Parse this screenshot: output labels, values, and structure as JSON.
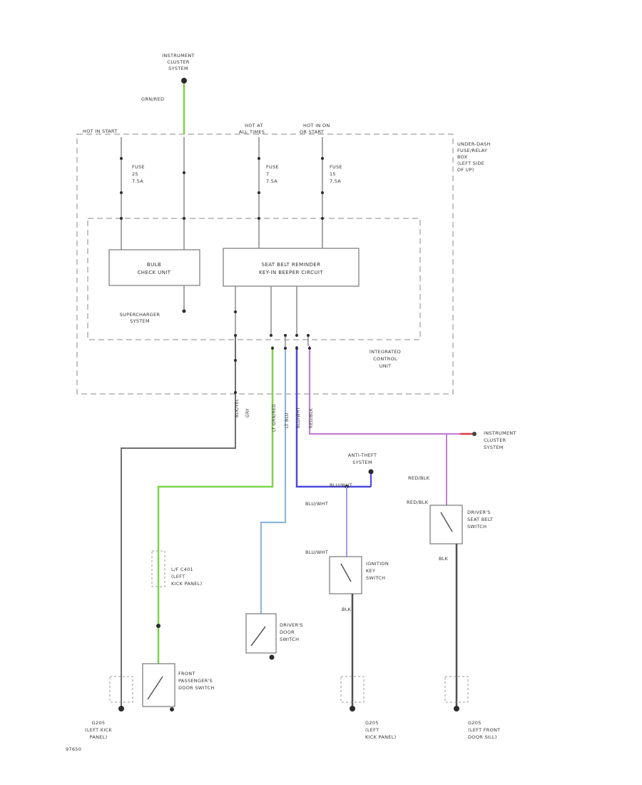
{
  "diagram": {
    "labels": {
      "instrument_cluster_top": [
        "INSTRUMENT",
        "CLUSTER",
        "SYSTEM"
      ],
      "wire_top_green": "GRN/RED",
      "hot_in_start": "HOT IN START",
      "hot_at_all_times": [
        "HOT AT",
        "ALL TIMES"
      ],
      "hot_in_on": [
        "HOT IN ON",
        "OR START"
      ],
      "fuse_a": [
        "FUSE",
        "25",
        "7.5A"
      ],
      "fuse_b": [
        "FUSE",
        "7",
        "7.5A"
      ],
      "fuse_c": [
        "FUSE",
        "15",
        "7.5A"
      ],
      "relay_box": [
        "UNDER-DASH",
        "FUSE/RELAY",
        "BOX",
        "(LEFT SIDE",
        "OF I/P)"
      ],
      "bulb_check_unit": [
        "BULB",
        "CHECK UNIT"
      ],
      "seat_belt_unit": [
        "SEAT BELT REMINDER",
        "KEY-IN BEEPER CIRCUIT"
      ],
      "supercharger": [
        "SUPERCHARGER",
        "SYSTEM"
      ],
      "integrated_control_unit": [
        "INTEGRATED",
        "CONTROL",
        "UNIT"
      ],
      "wire_blk_yel": "BLK/YEL",
      "wire_gry": "GRY",
      "wire_lt_grn_red": "LT GRN/RED",
      "wire_lt_blu": "LT BLU",
      "wire_blu_wht": "BLU/WHT",
      "wire_red_blk": "RED/BLK",
      "instrument_cluster_right": [
        "INSTRUMENT",
        "CLUSTER",
        "SYSTEM"
      ],
      "anti_theft": [
        "ANTI-THEFT",
        "SYSTEM"
      ],
      "blu_wht_a": "BLU/WHT",
      "blu_wht_b": "BLU/WHT",
      "red_blk_a": "RED/BLK",
      "red_blk_b": "RED/BLK",
      "drivers_seat_belt_switch": [
        "DRIVER'S",
        "SEAT BELT",
        "SWITCH"
      ],
      "ignition_key_switch": [
        "IGNITION",
        "KEY",
        "SWITCH"
      ],
      "lf_c401": [
        "L/F C401",
        "(LEFT",
        "KICK PANEL)"
      ],
      "drivers_door_switch": [
        "DRIVER'S",
        "DOOR",
        "SWITCH"
      ],
      "front_pass_door_switch": [
        "FRONT",
        "PASSENGER'S",
        "DOOR SWITCH"
      ],
      "blk_1": "BLK",
      "blk_2": "BLK",
      "g_left_kick": [
        "G205",
        "(LEFT KICK",
        "PANEL)"
      ],
      "g_left_kick_2": [
        "G205",
        "(LEFT",
        "KICK PANEL)"
      ],
      "g_left_front_door": [
        "G205",
        "(LEFT FRONT",
        "DOOR SILL)"
      ],
      "figure_id": "97650"
    },
    "wire_colors": {
      "green": "#7ed44a",
      "light_blue": "#8fb8d8",
      "blue": "#4a4ae0",
      "purple": "#c080d0",
      "red": "#e04040",
      "gray": "#6e6e6e"
    }
  }
}
